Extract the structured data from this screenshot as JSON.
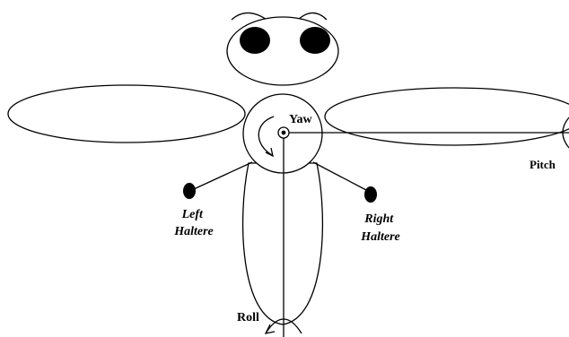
{
  "labels": {
    "yaw": "Yaw",
    "pitch": "Pitch",
    "roll": "Roll",
    "left_haltere": [
      "Left",
      "Haltere"
    ],
    "right_haltere": [
      "Right",
      "Haltere"
    ]
  },
  "colors": {
    "stroke": "#000000",
    "fill": "#ffffff",
    "eye": "#000000"
  }
}
